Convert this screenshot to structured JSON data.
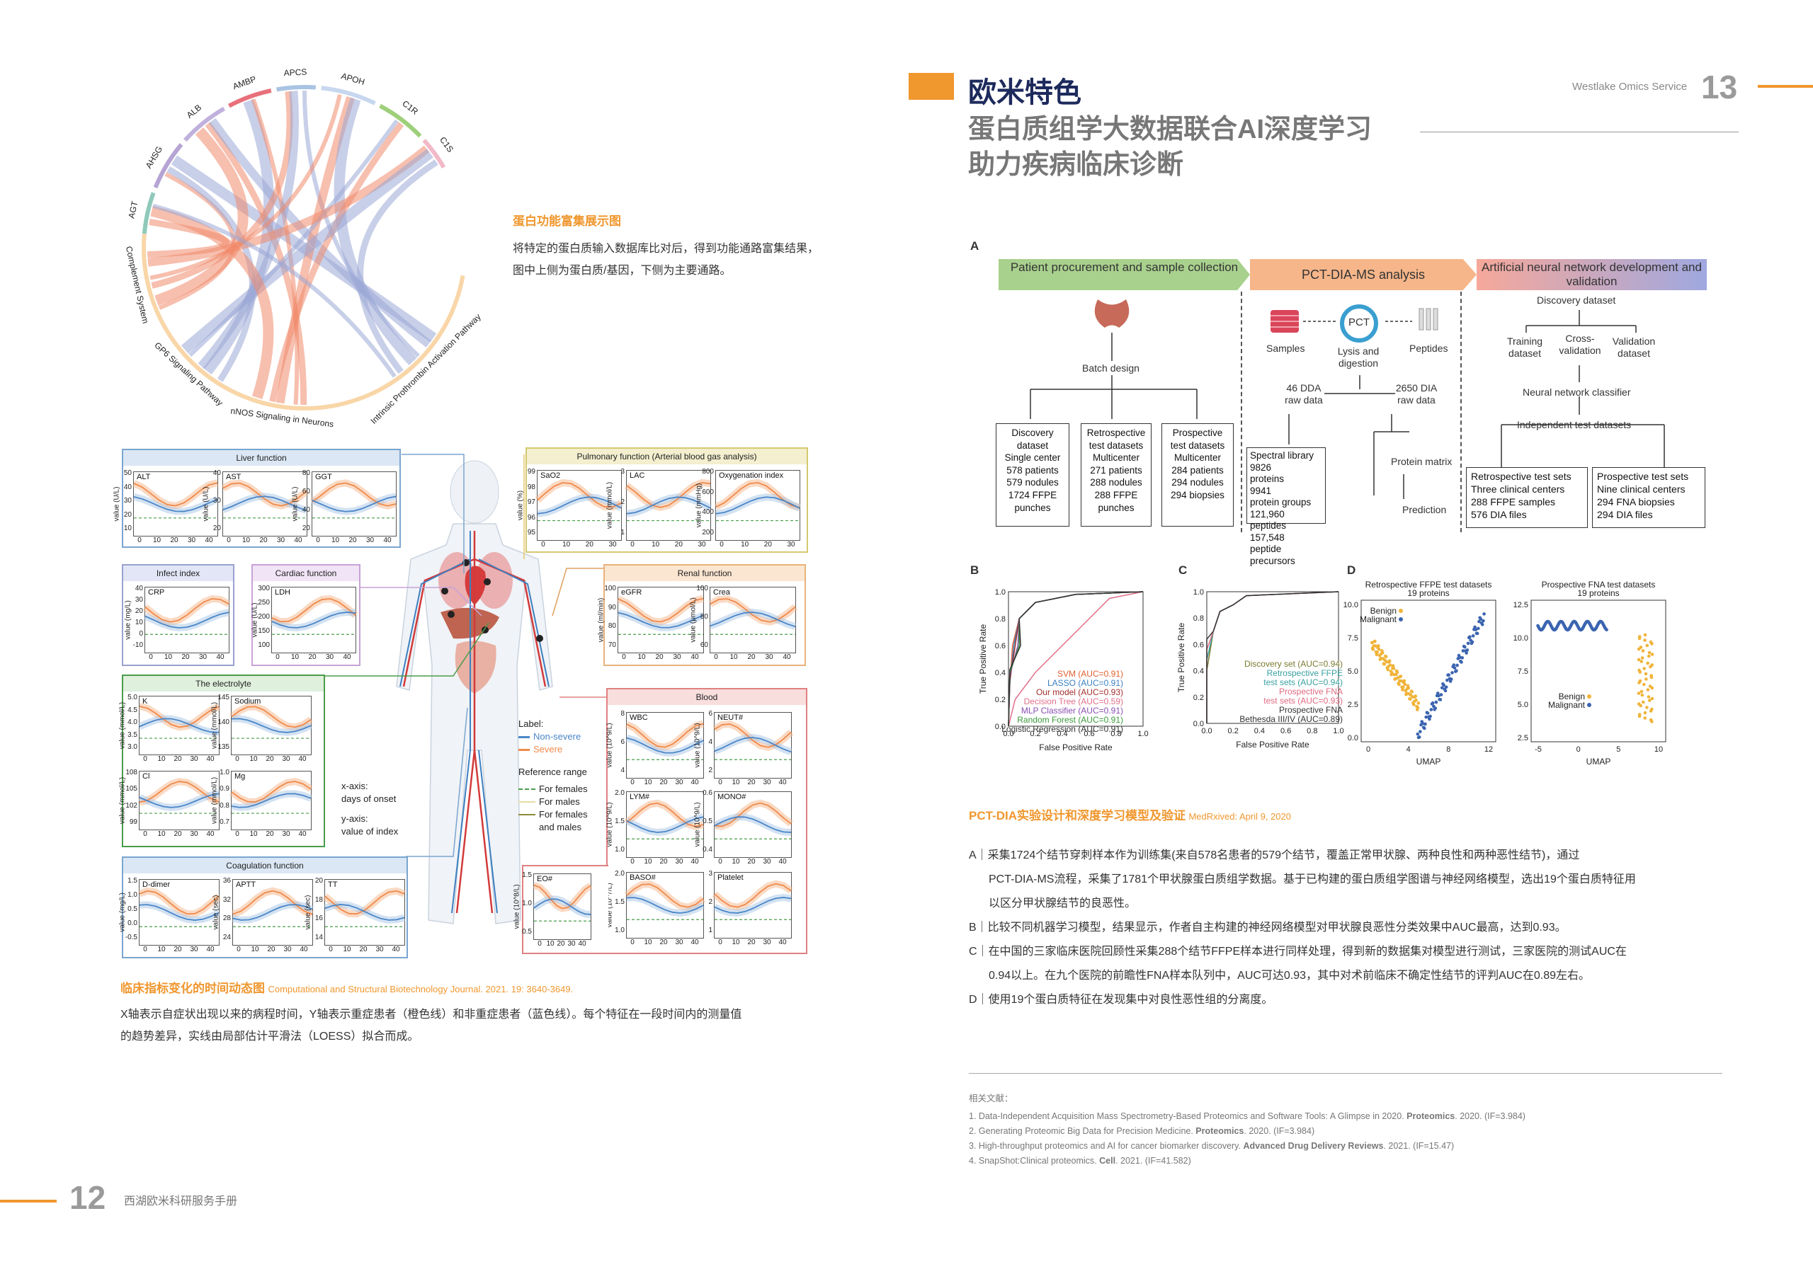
{
  "left_page": {
    "chord": {
      "proteins": [
        "AHSG",
        "ALB",
        "AMBP",
        "APCS",
        "APOH",
        "C1R",
        "C1S",
        "AGT"
      ],
      "pathways": [
        "Complement System",
        "GP6 Signaling Pathway",
        "nNOS Signaling in Neurons",
        "Intrinsic Prothrombin Activation Pathway"
      ],
      "colors": {
        "protein_ring": [
          "#b6a4d4",
          "#c0b1dc",
          "#e8707a",
          "#a9c3e3",
          "#c7d7ef",
          "#9fcf7b",
          "#f2b9c8",
          "#8fc9ba"
        ],
        "pathway_ring": "#f9d6a8",
        "ribbon_a": "#f08a6b",
        "ribbon_b": "#9aa8d6"
      }
    },
    "enrichment": {
      "title": "蛋白功能富集展示图",
      "text1": "将特定的蛋白质输入数据库比对后，得到功能通路富集结果，",
      "text2": "图中上侧为蛋白质/基因，下侧为主要通路。"
    },
    "panels": {
      "liver": {
        "title": "Liver function",
        "charts": [
          {
            "label": "ALT",
            "ylab": "value (U/L)",
            "yt": [
              "50",
              "40",
              "30",
              "20",
              "10"
            ]
          },
          {
            "label": "AST",
            "ylab": "value (U/L)",
            "yt": [
              "40",
              "30",
              "20"
            ]
          },
          {
            "label": "GGT",
            "ylab": "value (U/L)",
            "yt": [
              "80",
              "60",
              "40",
              "20"
            ]
          }
        ]
      },
      "pulmonary": {
        "title": "Pulmonary function (Arterial blood gas analysis)",
        "charts": [
          {
            "label": "SaO2",
            "ylab": "value (%)",
            "yt": [
              "99",
              "98",
              "97",
              "96",
              "95"
            ]
          },
          {
            "label": "LAC",
            "ylab": "value (mmol/L)",
            "yt": [
              "3",
              "2",
              "1"
            ]
          },
          {
            "label": "Oxygenation index",
            "ylab": "value (mmHg)",
            "yt": [
              "800",
              "600",
              "400",
              "200"
            ]
          }
        ]
      },
      "infect": {
        "title": "Infect index",
        "charts": [
          {
            "label": "CRP",
            "ylab": "value (mg/L)",
            "yt": [
              "40",
              "30",
              "20",
              "10",
              "0",
              "-10"
            ]
          }
        ]
      },
      "cardiac": {
        "title": "Cardiac function",
        "charts": [
          {
            "label": "LDH",
            "ylab": "value (U/L)",
            "yt": [
              "300",
              "250",
              "200",
              "150",
              "100"
            ]
          }
        ]
      },
      "renal": {
        "title": "Renal function",
        "charts": [
          {
            "label": "eGFR",
            "ylab": "value (ml/min)",
            "yt": [
              "100",
              "90",
              "80",
              "70"
            ]
          },
          {
            "label": "Crea",
            "ylab": "value (μmol/L)",
            "yt": [
              "100",
              "80",
              "60"
            ]
          }
        ]
      },
      "electrolyte": {
        "title": "The electrolyte",
        "charts": [
          {
            "label": "K",
            "ylab": "value (mmol/L)",
            "yt": [
              "5.0",
              "4.5",
              "4.0",
              "3.5",
              "3.0"
            ]
          },
          {
            "label": "Sodium",
            "ylab": "value (mmol/L)",
            "yt": [
              "145",
              "140",
              "135"
            ]
          },
          {
            "label": "Cl",
            "ylab": "value (mmol/L)",
            "yt": [
              "108",
              "105",
              "102",
              "99"
            ]
          },
          {
            "label": "Mg",
            "ylab": "value (mmol/L)",
            "yt": [
              "1.0",
              "0.9",
              "0.8",
              "0.7"
            ]
          }
        ]
      },
      "blood": {
        "title": "Blood",
        "charts": [
          {
            "label": "WBC",
            "ylab": "value (10^9/L)",
            "yt": [
              "8",
              "6",
              "4"
            ]
          },
          {
            "label": "NEUT#",
            "ylab": "value (10^9/L)",
            "yt": [
              "6",
              "4",
              "2"
            ]
          },
          {
            "label": "LYM#",
            "ylab": "value (10^9/L)",
            "yt": [
              "2.0",
              "1.5",
              "1.0"
            ]
          },
          {
            "label": "MONO#",
            "ylab": "value (10^9/L)",
            "yt": [
              "0.6",
              "0.5",
              "0.4"
            ]
          },
          {
            "label": "Platelet",
            "ylab": "value (10^11/L)",
            "yt": [
              "3",
              "2",
              "1"
            ]
          }
        ]
      },
      "blood_extra": [
        {
          "label": "EO#",
          "ylab": "value (10^8/L)",
          "yt": [
            "1.5",
            "1.0",
            "0.5"
          ]
        },
        {
          "label": "BASO#",
          "ylab": "value (10^7/L)",
          "yt": [
            "2.0",
            "1.5",
            "1.0"
          ]
        }
      ],
      "coag": {
        "title": "Coagulation function",
        "charts": [
          {
            "label": "D-dimer",
            "ylab": "value (mg/L)",
            "yt": [
              "1.5",
              "1.0",
              "0.5",
              "0.0",
              "-0.5"
            ]
          },
          {
            "label": "APTT",
            "ylab": "value (sec)",
            "yt": [
              "36",
              "32",
              "28",
              "24"
            ]
          },
          {
            "label": "TT",
            "ylab": "value (sec)",
            "yt": [
              "20",
              "18",
              "16",
              "14"
            ]
          }
        ]
      },
      "xticks": [
        "0",
        "10",
        "20",
        "30",
        "40"
      ],
      "xticks_pulm": [
        "0",
        "10",
        "20",
        "30"
      ]
    },
    "legend": {
      "label_title": "Label:",
      "non_severe": "Non-severe",
      "severe": "Severe",
      "ref_title": "Reference range",
      "females": "For females",
      "males": "For males",
      "both": "For females and males",
      "xaxis": "x-axis:",
      "xaxis_desc": "days of onset",
      "yaxis": "y-axis:",
      "yaxis_desc": "value of index"
    },
    "clinical": {
      "title": "临床指标变化的时间动态图",
      "source": "Computational and Structural Biotechnology Journal. 2021. 19: 3640-3649.",
      "text1": "X轴表示自症状出现以来的病程时间，Y轴表示重症患者（橙色线）和非重症患者（蓝色线）。每个特征在一段时间内的测量值",
      "text2": "的趋势差异，实线由局部估计平滑法（LOESS）拟合而成。"
    },
    "footer": {
      "page_number": "12",
      "book_title": "西湖欧米科研服务手册"
    }
  },
  "right_page": {
    "header": {
      "brand": "Westlake Omics Service",
      "page_number": "13",
      "section": "欧米特色",
      "title_line1": "蛋白质组学大数据联合AI深度学习",
      "title_line2": "助力疾病临床诊断"
    },
    "figA": {
      "letter": "A",
      "stage1": "Patient procurement and sample collection",
      "stage2": "PCT-DIA-MS analysis",
      "stage3": "Artificial neural network development and validation",
      "batch": "Batch design",
      "discovery_box": [
        "Discovery",
        "dataset",
        "Single center",
        "578 patients",
        "579 nodules",
        "1724 FFPE",
        "punches"
      ],
      "retro_box": [
        "Retrospective",
        "test datasets",
        "Multicenter",
        "271 patients",
        "288 nodules",
        "288 FFPE",
        "punches"
      ],
      "prosp_box": [
        "Prospective",
        "test datasets",
        "Multicenter",
        "284 patients",
        "294 nodules",
        "294 biopsies"
      ],
      "samples": "Samples",
      "pct": "PCT",
      "lysis": "Lysis and digestion",
      "peptides": "Peptides",
      "dda": "46 DDA raw data",
      "dia": "2650 DIA raw data",
      "spectral": [
        "Spectral library",
        "9826",
        "proteins",
        "9941",
        "protein groups",
        "121,960",
        "peptides",
        "157,548",
        "peptide precursors"
      ],
      "protein_matrix": "Protein matrix",
      "prediction": "Prediction",
      "discovery_dataset": "Discovery dataset",
      "training": "Training dataset",
      "cross": "Cross-validation",
      "validation": "Validation dataset",
      "nn": "Neural network classifier",
      "independent": "Independent test datasets",
      "retro_sets": [
        "Retrospective test sets",
        "Three clinical centers",
        "288 FFPE samples",
        "576 DIA files"
      ],
      "prosp_sets": [
        "Prospective test sets",
        "Nine clinical centers",
        "294 FNA biopsies",
        "294 DIA files"
      ]
    },
    "figB": {
      "letter": "B",
      "xlabel": "False Positive Rate",
      "ylabel": "True Positive Rate",
      "ticks": [
        "0.0",
        "0.2",
        "0.4",
        "0.6",
        "0.8",
        "1.0"
      ],
      "legend": [
        {
          "text": "SVM (AUC=0.91)",
          "color": "#e06030"
        },
        {
          "text": "LASSO (AUC=0.91)",
          "color": "#3a7fc0"
        },
        {
          "text": "Our model (AUC=0.93)",
          "color": "#a0302c"
        },
        {
          "text": "Decision Tree (AUC=0.59)",
          "color": "#e0708a"
        },
        {
          "text": "MLP Classifier (AUC=0.91)",
          "color": "#8a4fb0"
        },
        {
          "text": "Random Forest (AUC=0.91)",
          "color": "#3a9a3a"
        },
        {
          "text": "Logistic Regression (AUC=0.91)",
          "color": "#333333"
        }
      ]
    },
    "figC": {
      "letter": "C",
      "xlabel": "False Positive Rate",
      "ylabel": "True Positive Rate",
      "ticks": [
        "0.0",
        "0.2",
        "0.4",
        "0.6",
        "0.8",
        "1.0"
      ],
      "legend": [
        {
          "text": "Discovery set (AUC=0.94)",
          "color": "#7a7a30"
        },
        {
          "text": "Retrospective FFPE",
          "color": "#3aa0a0"
        },
        {
          "text": "test sets (AUC=0.94)",
          "color": "#3aa0a0"
        },
        {
          "text": "Prospective FNA",
          "color": "#e06a80"
        },
        {
          "text": "test sets (AUC=0.93)",
          "color": "#e06a80"
        },
        {
          "text": "Prospective FNA",
          "color": "#333333"
        },
        {
          "text": "Bethesda III/IV (AUC=0.89)",
          "color": "#333333"
        }
      ]
    },
    "figD": {
      "letter": "D",
      "left_title": "Retrospective FFPE test datasets",
      "left_sub": "19 proteins",
      "right_title": "Prospective FNA test datasets",
      "right_sub": "19 proteins",
      "benign": "Benign",
      "malignant": "Malignant",
      "xlabel": "UMAP",
      "left_xt": [
        "0",
        "4",
        "8",
        "12"
      ],
      "left_yt": [
        "10.0",
        "7.5",
        "5.0",
        "2.5",
        "0.0"
      ],
      "right_xt": [
        "-5",
        "0",
        "5",
        "10"
      ],
      "right_yt": [
        "12.5",
        "10.0",
        "7.5",
        "5.0",
        "2.5"
      ],
      "benign_color": "#f0b43a",
      "malignant_color": "#3b64b0"
    },
    "validation": {
      "title": "PCT-DIA实验设计和深度学习模型及验证",
      "source": "MedRxived: April 9, 2020",
      "a1": "A｜采集1724个结节穿刺样本作为训练集(来自578名患者的579个结节，覆盖正常甲状腺、两种良性和两种恶性结节)，通过",
      "a2": "PCT-DIA-MS流程，采集了1781个甲状腺蛋白质组学数据。基于已构建的蛋白质组学图谱与神经网络模型，选出19个蛋白质特征用",
      "a3": "以区分甲状腺结节的良恶性。",
      "b1": "B｜比较不同机器学习模型，结果显示，作者自主构建的神经网络模型对甲状腺良恶性分类效果中AUC最高，达到0.93。",
      "c1": "C｜在中国的三家临床医院回顾性采集288个结节FFPE样本进行同样处理，得到新的数据集对模型进行测试，三家医院的测试AUC在",
      "c2": "0.94以上。在九个医院的前瞻性FNA样本队列中，AUC可达0.93，其中对术前临床不确定性结节的评判AUC在0.89左右。",
      "d1": "D｜使用19个蛋白质特征在发现集中对良性恶性组的分离度。"
    },
    "refs": {
      "title": "相关文献：",
      "r1a": "1. Data-Independent Acquisition Mass Spectrometry-Based Proteomics and Software Tools: A Glimpse in 2020. ",
      "r1b": "Proteomics",
      "r1c": ". 2020. (IF=3.984)",
      "r2a": "2. Generating Proteomic Big Data for Precision Medicine. ",
      "r2b": "Proteomics",
      "r2c": ". 2020. (IF=3.984)",
      "r3a": "3. High-throughput proteomics and AI for cancer biomarker discovery. ",
      "r3b": "Advanced Drug Delivery Reviews",
      "r3c": ". 2021. (IF=15.47)",
      "r4a": "4. SnapShot:Clinical proteomics. ",
      "r4b": "Cell",
      "r4c": ". 2021. (IF=41.582)"
    }
  }
}
